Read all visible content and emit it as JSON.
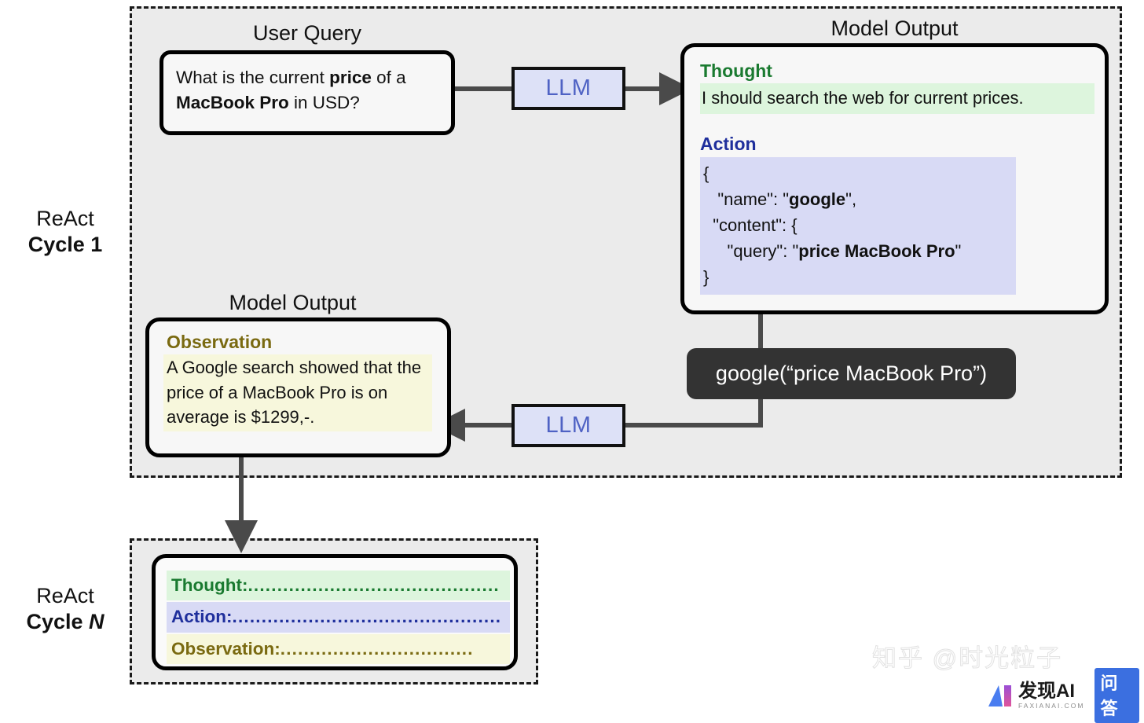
{
  "diagram": {
    "title": "ReAct agent loop",
    "colors": {
      "thought_accent": "#1a7a30",
      "action_accent": "#1f2f9c",
      "observation_accent": "#7a6a11",
      "thought_highlight": "#ddf5dd",
      "action_highlight": "#d8daf5",
      "observation_highlight": "#f7f7dc",
      "llm_box_fill": "#dde1f7",
      "llm_box_text": "#4f62c4",
      "tool_pill_fill": "#333333",
      "region_fill": "#ebebeb",
      "card_border": "#000000"
    }
  },
  "cycle1": {
    "label_line1": "ReAct",
    "label_line2_prefix": "Cycle ",
    "label_line2_value": "1",
    "user_query": {
      "caption": "User Query",
      "text_parts": [
        {
          "t": "What is the current ",
          "bold": false
        },
        {
          "t": "price",
          "bold": true
        },
        {
          "t": " of a ",
          "bold": false
        },
        {
          "t": "MacBook Pro",
          "bold": true
        },
        {
          "t": " in USD?",
          "bold": false
        }
      ],
      "plain_text": "What is the current price of a MacBook Pro in USD?"
    },
    "llm_top_label": "LLM",
    "llm_bottom_label": "LLM",
    "model_output_1": {
      "caption": "Model Output",
      "thought_heading": "Thought",
      "thought_text": "I should search the web for current prices.",
      "action_heading": "Action",
      "action_json_lines": [
        "{",
        "    \"name\": \"google\",",
        "    \"content\": {",
        "        \"query\": \"price MacBook Pro\"",
        "}"
      ],
      "action_json_plain": "{\n    \"name\": \"google\",\n    \"content\": {\n        \"query\": \"price MacBook Pro\"\n}"
    },
    "tool_call": "google(“price MacBook Pro”)",
    "model_output_2": {
      "caption": "Model Output",
      "observation_heading": "Observation",
      "observation_text": "A Google search showed that the price of a MacBook Pro is on average is $1299,-."
    }
  },
  "cycleN": {
    "label_line1": "ReAct",
    "label_line2_prefix": "Cycle ",
    "label_line2_value": "N",
    "rows": [
      {
        "label": "Thought:",
        "dots": "..........................................."
      },
      {
        "label": "Action:",
        "dots": ".............................................."
      },
      {
        "label": "Observation:",
        "dots": "................................."
      }
    ]
  },
  "watermark": {
    "text": "知乎 @时光粒子",
    "brand_main": "发现AI",
    "brand_sub": "FAXIANAI.COM",
    "badge": "问答"
  }
}
